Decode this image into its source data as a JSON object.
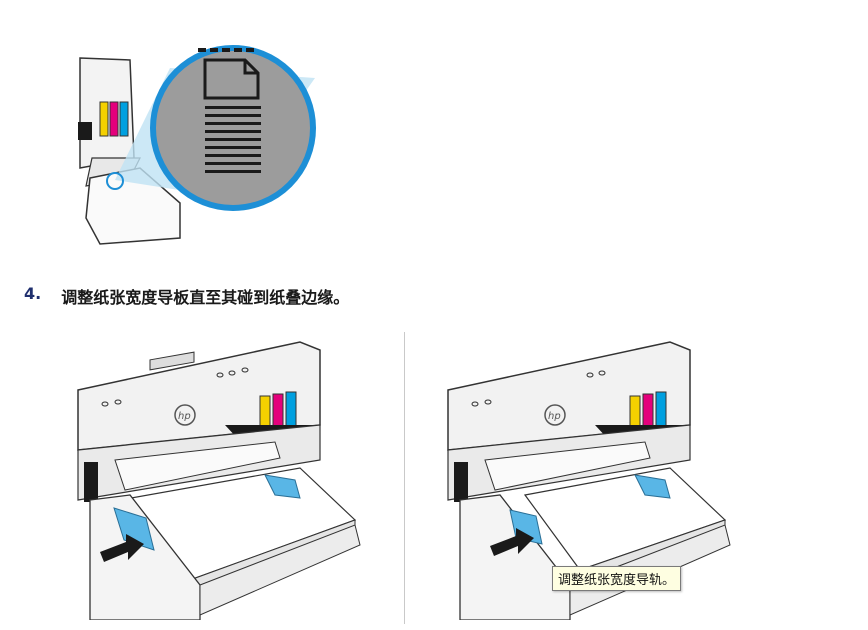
{
  "step": {
    "number": "4.",
    "text": "调整纸张宽度导板直至其碰到纸叠边缘。"
  },
  "tooltip": {
    "text": "调整纸张宽度导轨。"
  },
  "brand": {
    "logo_text": "hp",
    "ink_colors": [
      "#1a1a1a",
      "#f4d000",
      "#e4007c",
      "#00a0e0"
    ],
    "guide_highlight": "#59b6e6",
    "callout_ring": "#1d8fd6"
  }
}
